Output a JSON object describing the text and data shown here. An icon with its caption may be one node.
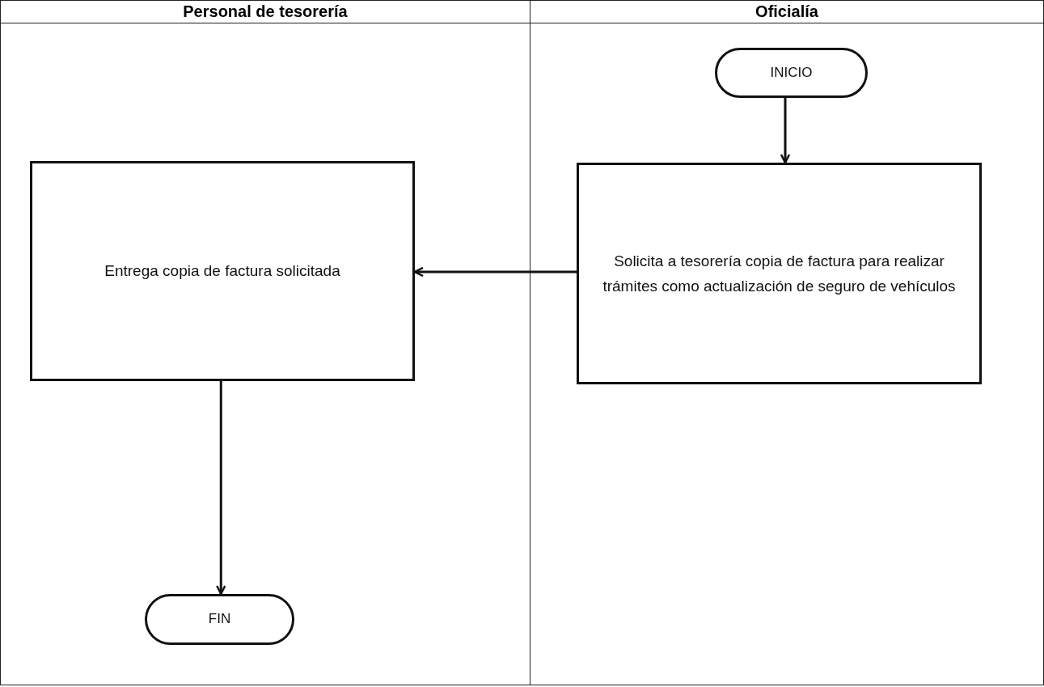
{
  "diagram": {
    "nodes": [
      {
        "text": [
          "Personal de tesorería"
        ]
      },
      {
        "text": [
          "Oficialía"
        ]
      },
      {
        "text": [
          "INICIO"
        ],
        "in": 1
      },
      {
        "text": [
          "Solicita a tesorería copia de factura para realizar trámites como actualización de seguro de vehículos"
        ],
        "in": 1
      },
      {
        "text": [
          "Entrega copia de factura solicitada"
        ],
        "in": 0
      },
      {
        "text": [
          "FIN"
        ],
        "in": 0
      }
    ],
    "edges": [
      {
        "from": 2,
        "to": 3,
        "arrow": "to"
      },
      {
        "from": 3,
        "to": 4,
        "arrow": "to"
      },
      {
        "from": 4,
        "to": 5,
        "arrow": "to"
      }
    ]
  }
}
